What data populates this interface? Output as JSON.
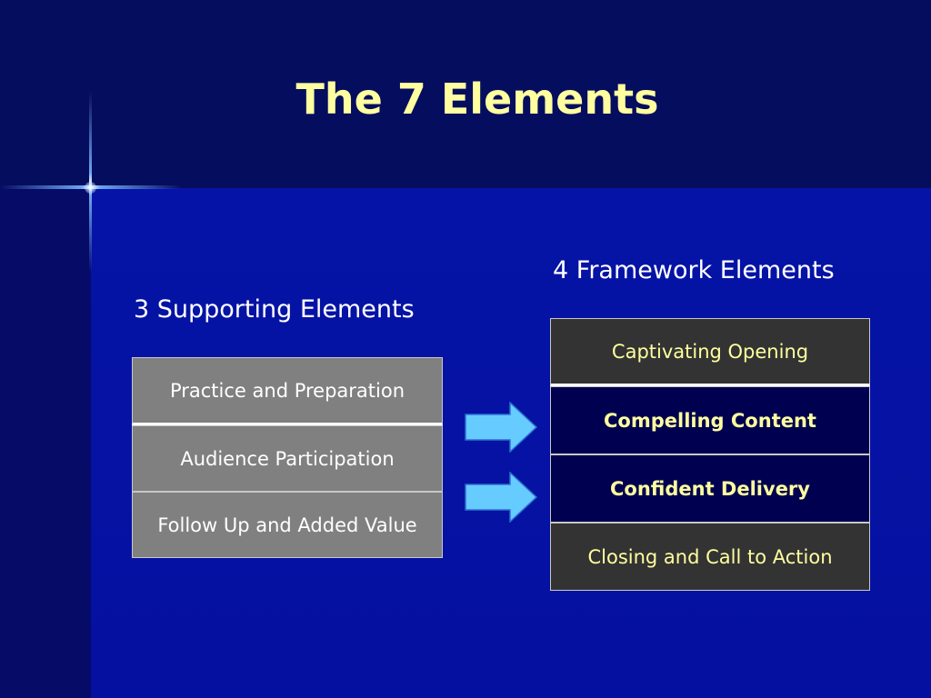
{
  "slide": {
    "title": "The 7 Elements"
  },
  "supporting": {
    "heading": "3 Supporting Elements",
    "items": [
      "Practice and Preparation",
      "Audience Participation",
      "Follow Up and Added Value"
    ]
  },
  "framework": {
    "heading": "4 Framework Elements",
    "items": [
      "Captivating Opening",
      "Compelling Content",
      "Confident Delivery",
      "Closing and Call to Action"
    ]
  },
  "arrows": {
    "icon": "right-arrow-icon",
    "fill": "#66ccff",
    "stroke": "#2c6fd0"
  },
  "colors": {
    "title": "#ffffa0",
    "background": "#050a8c",
    "support_cell": "#808080",
    "framework_dark": "#333333",
    "framework_navy": "#000050"
  }
}
